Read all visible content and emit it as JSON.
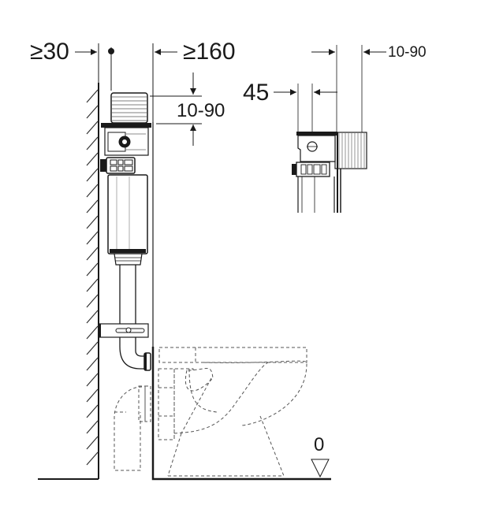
{
  "diagram": {
    "type": "installation-drawing",
    "subject": "Concealed cistern frame with wall-hung WC, side view and top detail",
    "colors": {
      "line": "#1a1a1a",
      "hatch": "#333333",
      "dashed": "#555555",
      "background": "#ffffff"
    }
  },
  "dimensions": {
    "wall_gap": "≥30",
    "front_clearance": "≥160",
    "height_adjust": "10-90",
    "detail_offset": "45",
    "detail_adjust": "10-90",
    "floor_level": "0"
  },
  "parts": [
    "wall-hatching",
    "actuator-plate-housing",
    "cistern-valve-block",
    "water-inlet-connector",
    "cistern-tank",
    "flush-pipe",
    "wall-bracket",
    "pan-connector-elbow",
    "wc-bowl-outline-dashed",
    "drain-pipe-outline-dashed",
    "finished-floor-line",
    "top-detail-view"
  ]
}
